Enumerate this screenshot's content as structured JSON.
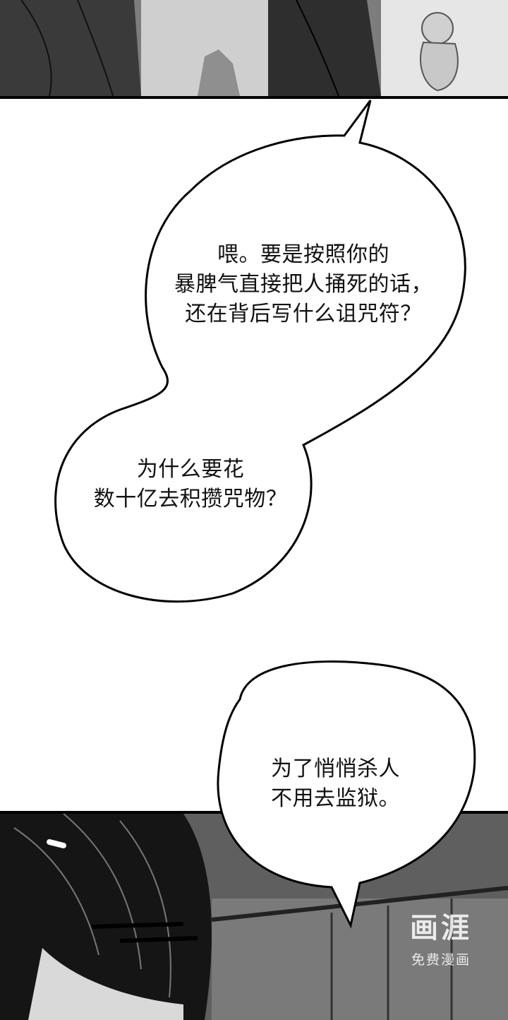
{
  "bubbles": [
    {
      "lines": [
        "喂。要是按照你的",
        "暴脾气直接把人捅死的话，",
        "还在背后写什么诅咒符？"
      ]
    },
    {
      "lines": [
        "为什么要花",
        "数十亿去积攒咒物？"
      ]
    },
    {
      "lines": [
        "为了悄悄杀人",
        "不用去监狱。"
      ]
    }
  ],
  "watermark": {
    "logo": "画涯",
    "subtitle": "免费漫画"
  }
}
